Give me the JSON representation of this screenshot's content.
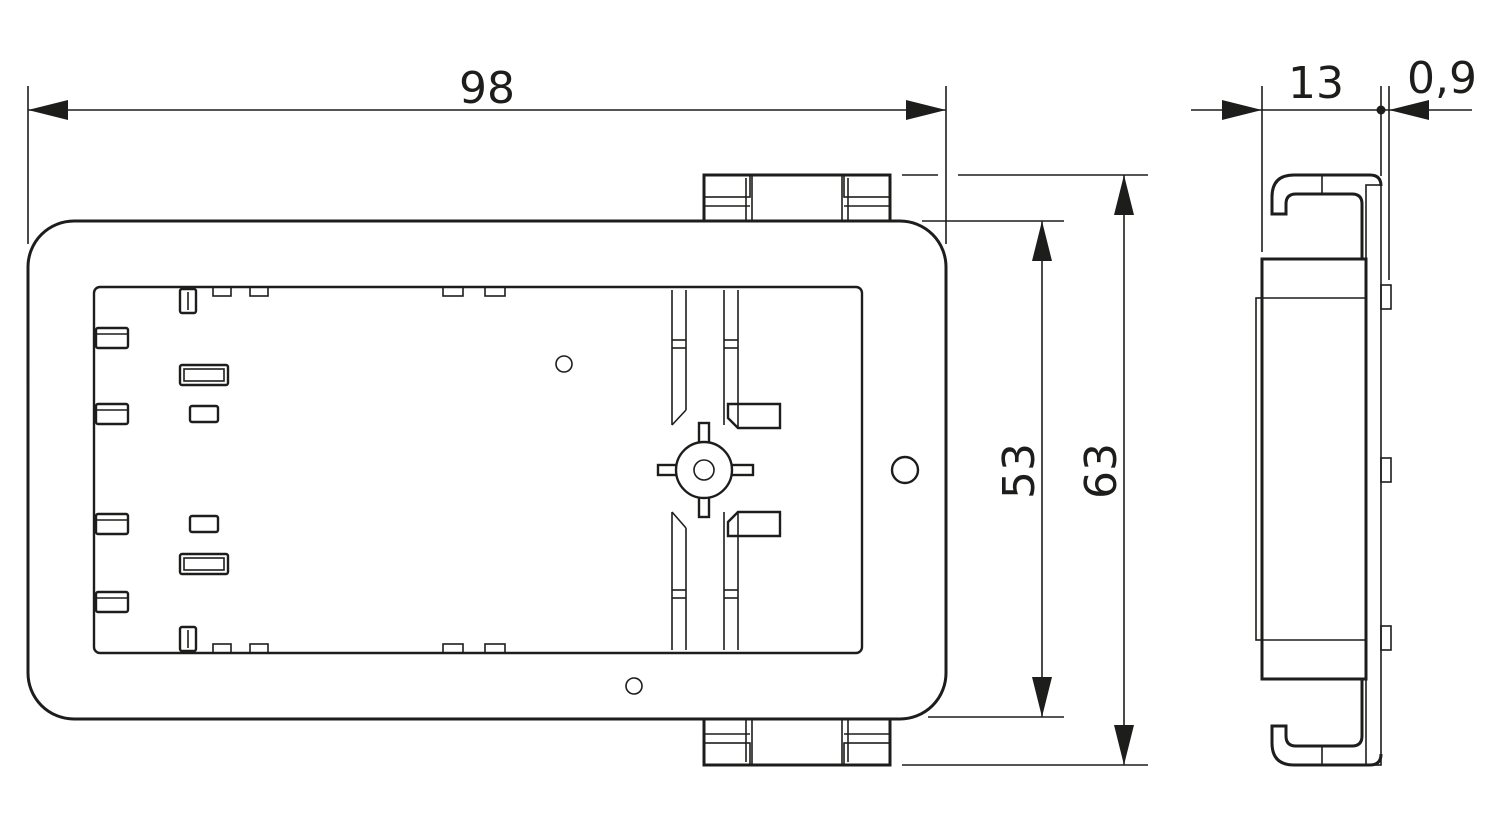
{
  "dimensions": {
    "width": "98",
    "height_inner": "53",
    "height_outer": "63",
    "depth": "13",
    "offset": "0,9"
  },
  "colors": {
    "line": "#1d1d1b",
    "background": "#ffffff"
  }
}
